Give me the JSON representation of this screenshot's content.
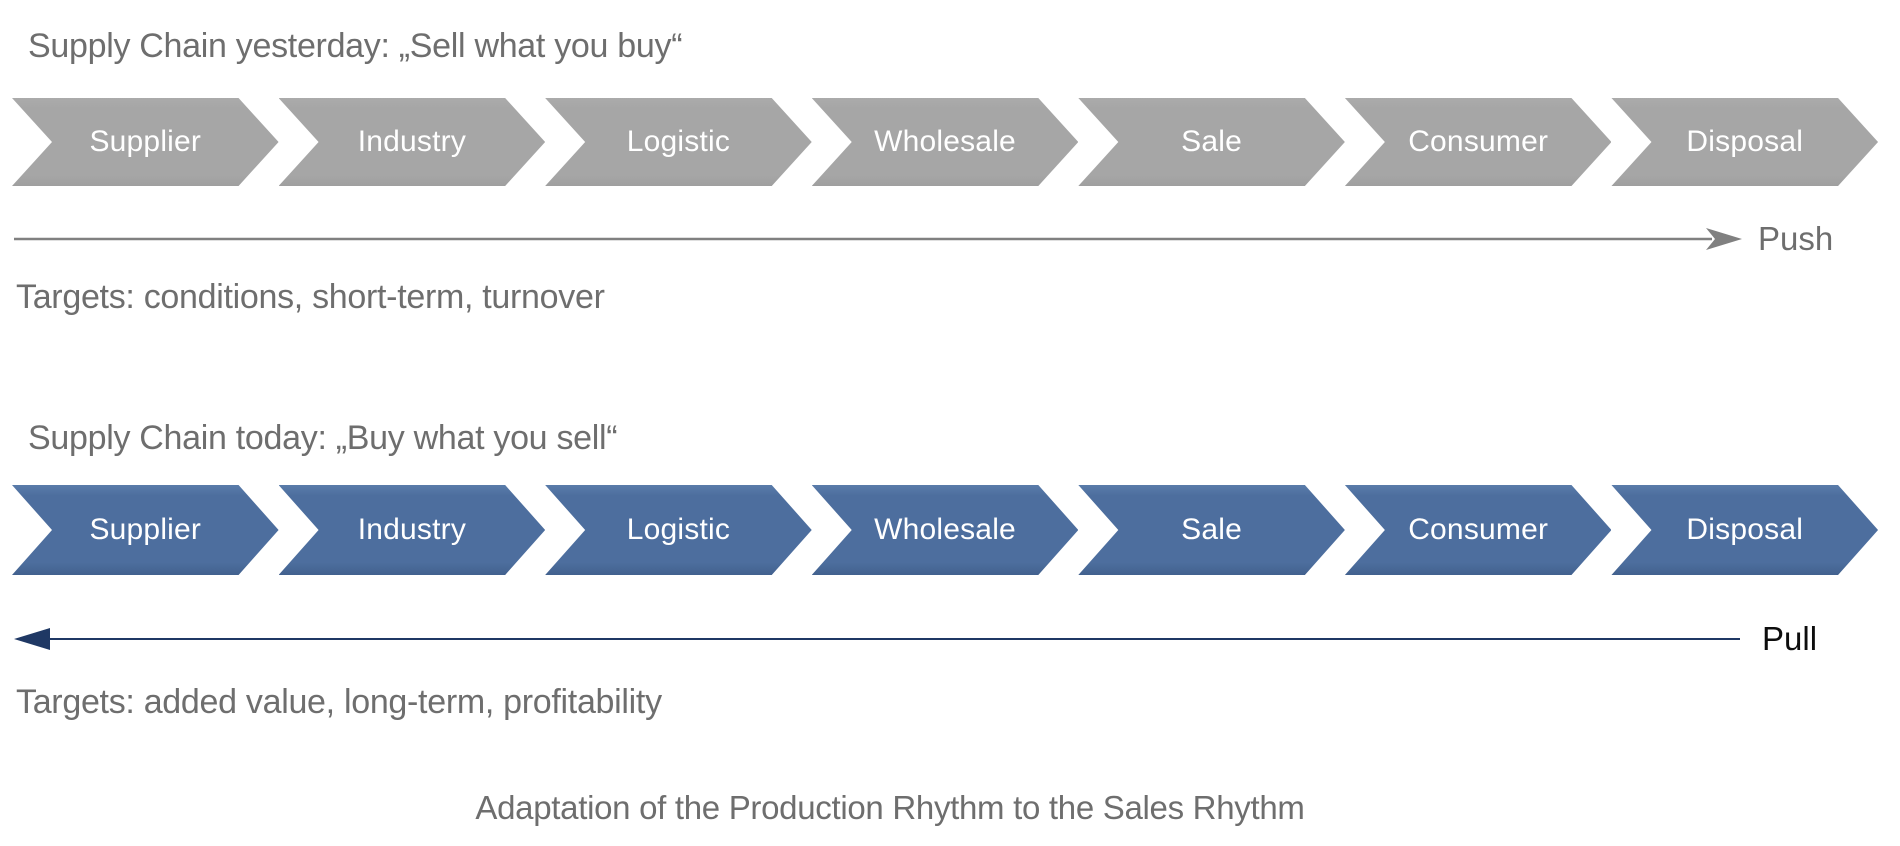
{
  "colors": {
    "chevron_gray": "#a6a6a6",
    "chevron_blue": "#4d6e9e",
    "chevron_text": "#ffffff",
    "text_gray": "#6e6e6e",
    "push_arrow": "#808080",
    "pull_arrow": "#1f3864",
    "pull_label_color": "#0d0d0d"
  },
  "yesterday": {
    "title": "Supply Chain yesterday: „Sell what you buy“",
    "stages": [
      "Supplier",
      "Industry",
      "Logistic",
      "Wholesale",
      "Sale",
      "Consumer",
      "Disposal"
    ],
    "flow_label": "Push",
    "flow_direction": "right",
    "targets": "Targets: conditions, short-term, turnover"
  },
  "today": {
    "title": "Supply Chain today: „Buy what you sell“",
    "stages": [
      "Supplier",
      "Industry",
      "Logistic",
      "Wholesale",
      "Sale",
      "Consumer",
      "Disposal"
    ],
    "flow_label": "Pull",
    "flow_direction": "left",
    "targets": "Targets: added value, long-term, profitability"
  },
  "caption": "Adaptation of the Production Rhythm to the Sales Rhythm"
}
